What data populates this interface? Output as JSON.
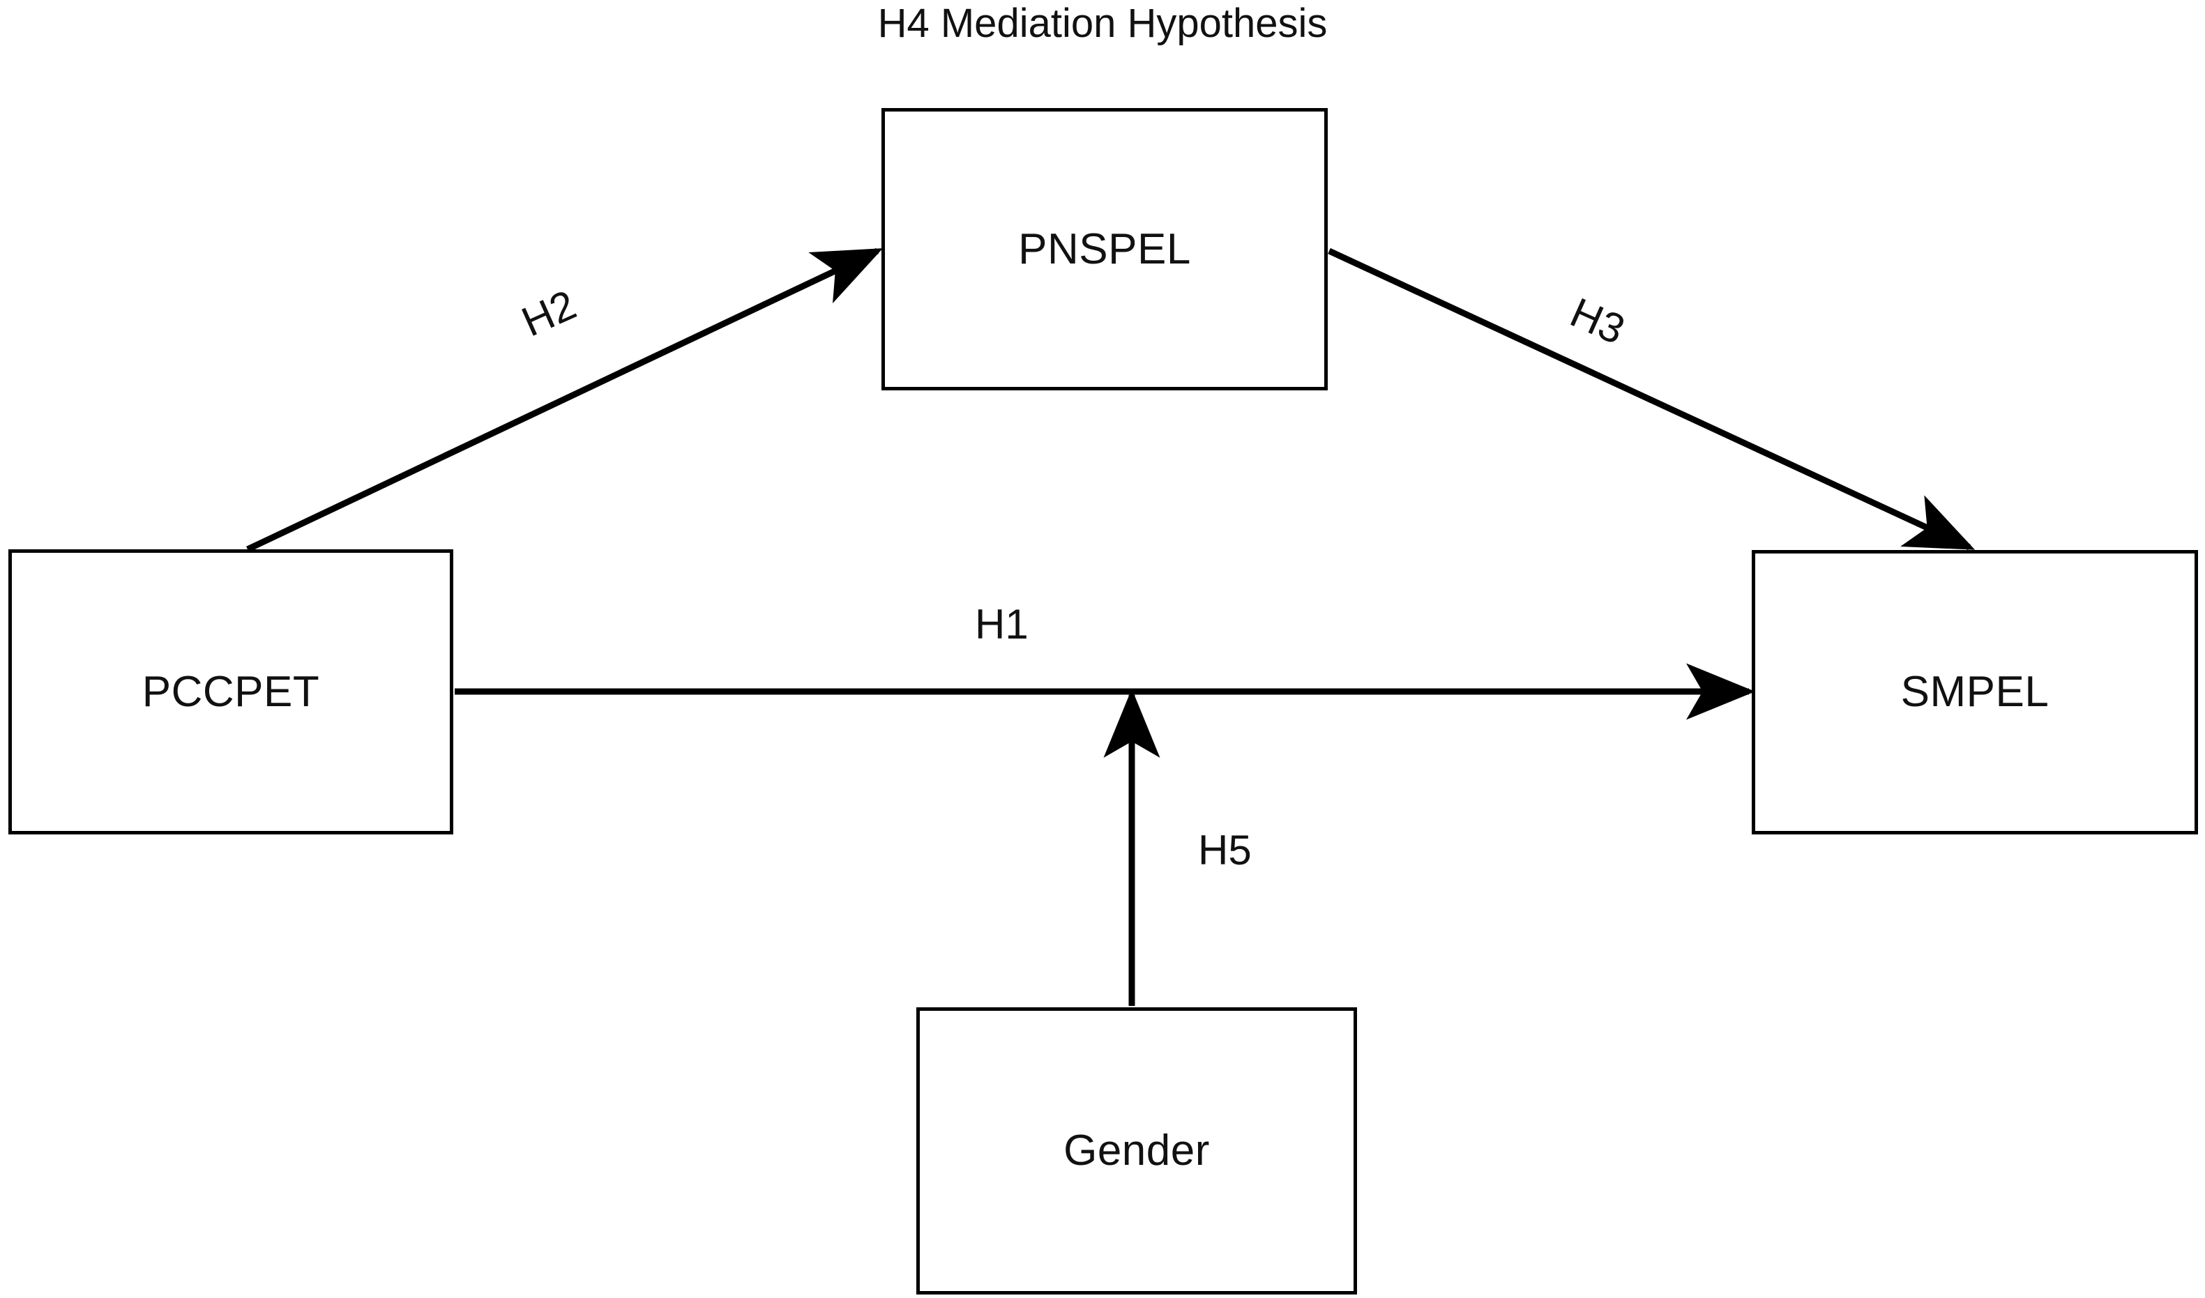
{
  "diagram": {
    "title": "H4 Mediation Hypothesis",
    "type": "path-model",
    "nodes": [
      {
        "id": "pnspel",
        "label": "PNSPEL"
      },
      {
        "id": "pccpet",
        "label": "PCCPET"
      },
      {
        "id": "smpel",
        "label": "SMPEL"
      },
      {
        "id": "gender",
        "label": "Gender"
      }
    ],
    "edges": [
      {
        "id": "h1",
        "label": "H1",
        "from": "PCCPET",
        "to": "SMPEL",
        "style": "solid-arrow"
      },
      {
        "id": "h2",
        "label": "H2",
        "from": "PCCPET",
        "to": "PNSPEL",
        "style": "solid-arrow"
      },
      {
        "id": "h3",
        "label": "H3",
        "from": "PNSPEL",
        "to": "SMPEL",
        "style": "solid-arrow"
      },
      {
        "id": "h5",
        "label": "H5",
        "from": "Gender",
        "to": "H1 path",
        "style": "solid-arrow"
      }
    ],
    "colors": {
      "stroke": "#000000",
      "text": "#111111",
      "background": "#ffffff"
    }
  }
}
